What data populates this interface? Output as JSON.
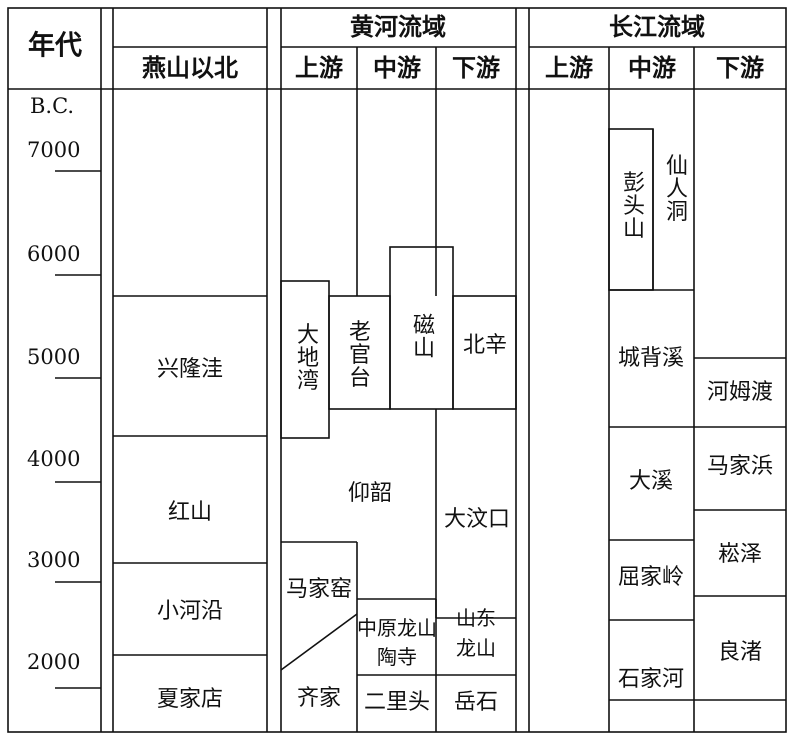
{
  "header": {
    "era": "年代",
    "yan_north": "燕山以北",
    "yellow_river": "黄河流域",
    "yangtze": "长江流域",
    "upper": "上游",
    "middle": "中游",
    "lower": "下游"
  },
  "timeline": {
    "era_label": "B.C.",
    "years": [
      "7000",
      "6000",
      "5000",
      "4000",
      "3000",
      "2000"
    ]
  },
  "cultures": {
    "xinglongwa": "兴隆洼",
    "hongshan": "红山",
    "xiaoheyan": "小河沿",
    "xiajiadian": "夏家店",
    "dadiwan": "大地湾",
    "laoguantai": "老官台",
    "cishan": "磁山",
    "beixin": "北辛",
    "yangshao": "仰韶",
    "dawenkou": "大汶口",
    "majiayao": "马家窑",
    "qijia": "齐家",
    "zhongyuan_longshan": "中原龙山",
    "taosi": "陶寺",
    "erlitou": "二里头",
    "shandong_longshan": "山东龙山",
    "yueshi": "岳石",
    "pengtoushan": "彭头山",
    "xianrendong": "仙人洞",
    "chengbeixi": "城背溪",
    "hemudu": "河姆渡",
    "daxi": "大溪",
    "majiabang": "马家浜",
    "songze": "崧泽",
    "qujialing": "屈家岭",
    "liangzhu": "良渚",
    "shijiahe": "石家河"
  }
}
